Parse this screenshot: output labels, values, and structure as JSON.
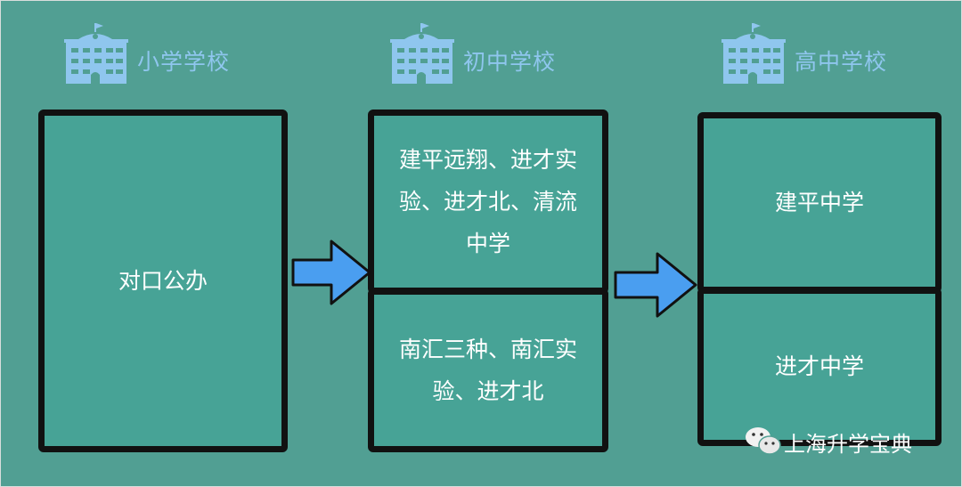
{
  "columns": [
    {
      "title": "小学学校",
      "boxes": [
        "对口公办"
      ]
    },
    {
      "title": "初中学校",
      "boxes": [
        "建平远翔、进才实验、进才北、清流中学",
        "南汇三种、南汇实验、进才北"
      ]
    },
    {
      "title": "高中学校",
      "boxes": [
        "建平中学",
        "进才中学"
      ]
    }
  ],
  "watermark": "上海升学宝典",
  "colors": {
    "background": "#519f93",
    "box": "#47a396",
    "icon": "#8fc6ee",
    "arrow": "#4a9ef0"
  }
}
